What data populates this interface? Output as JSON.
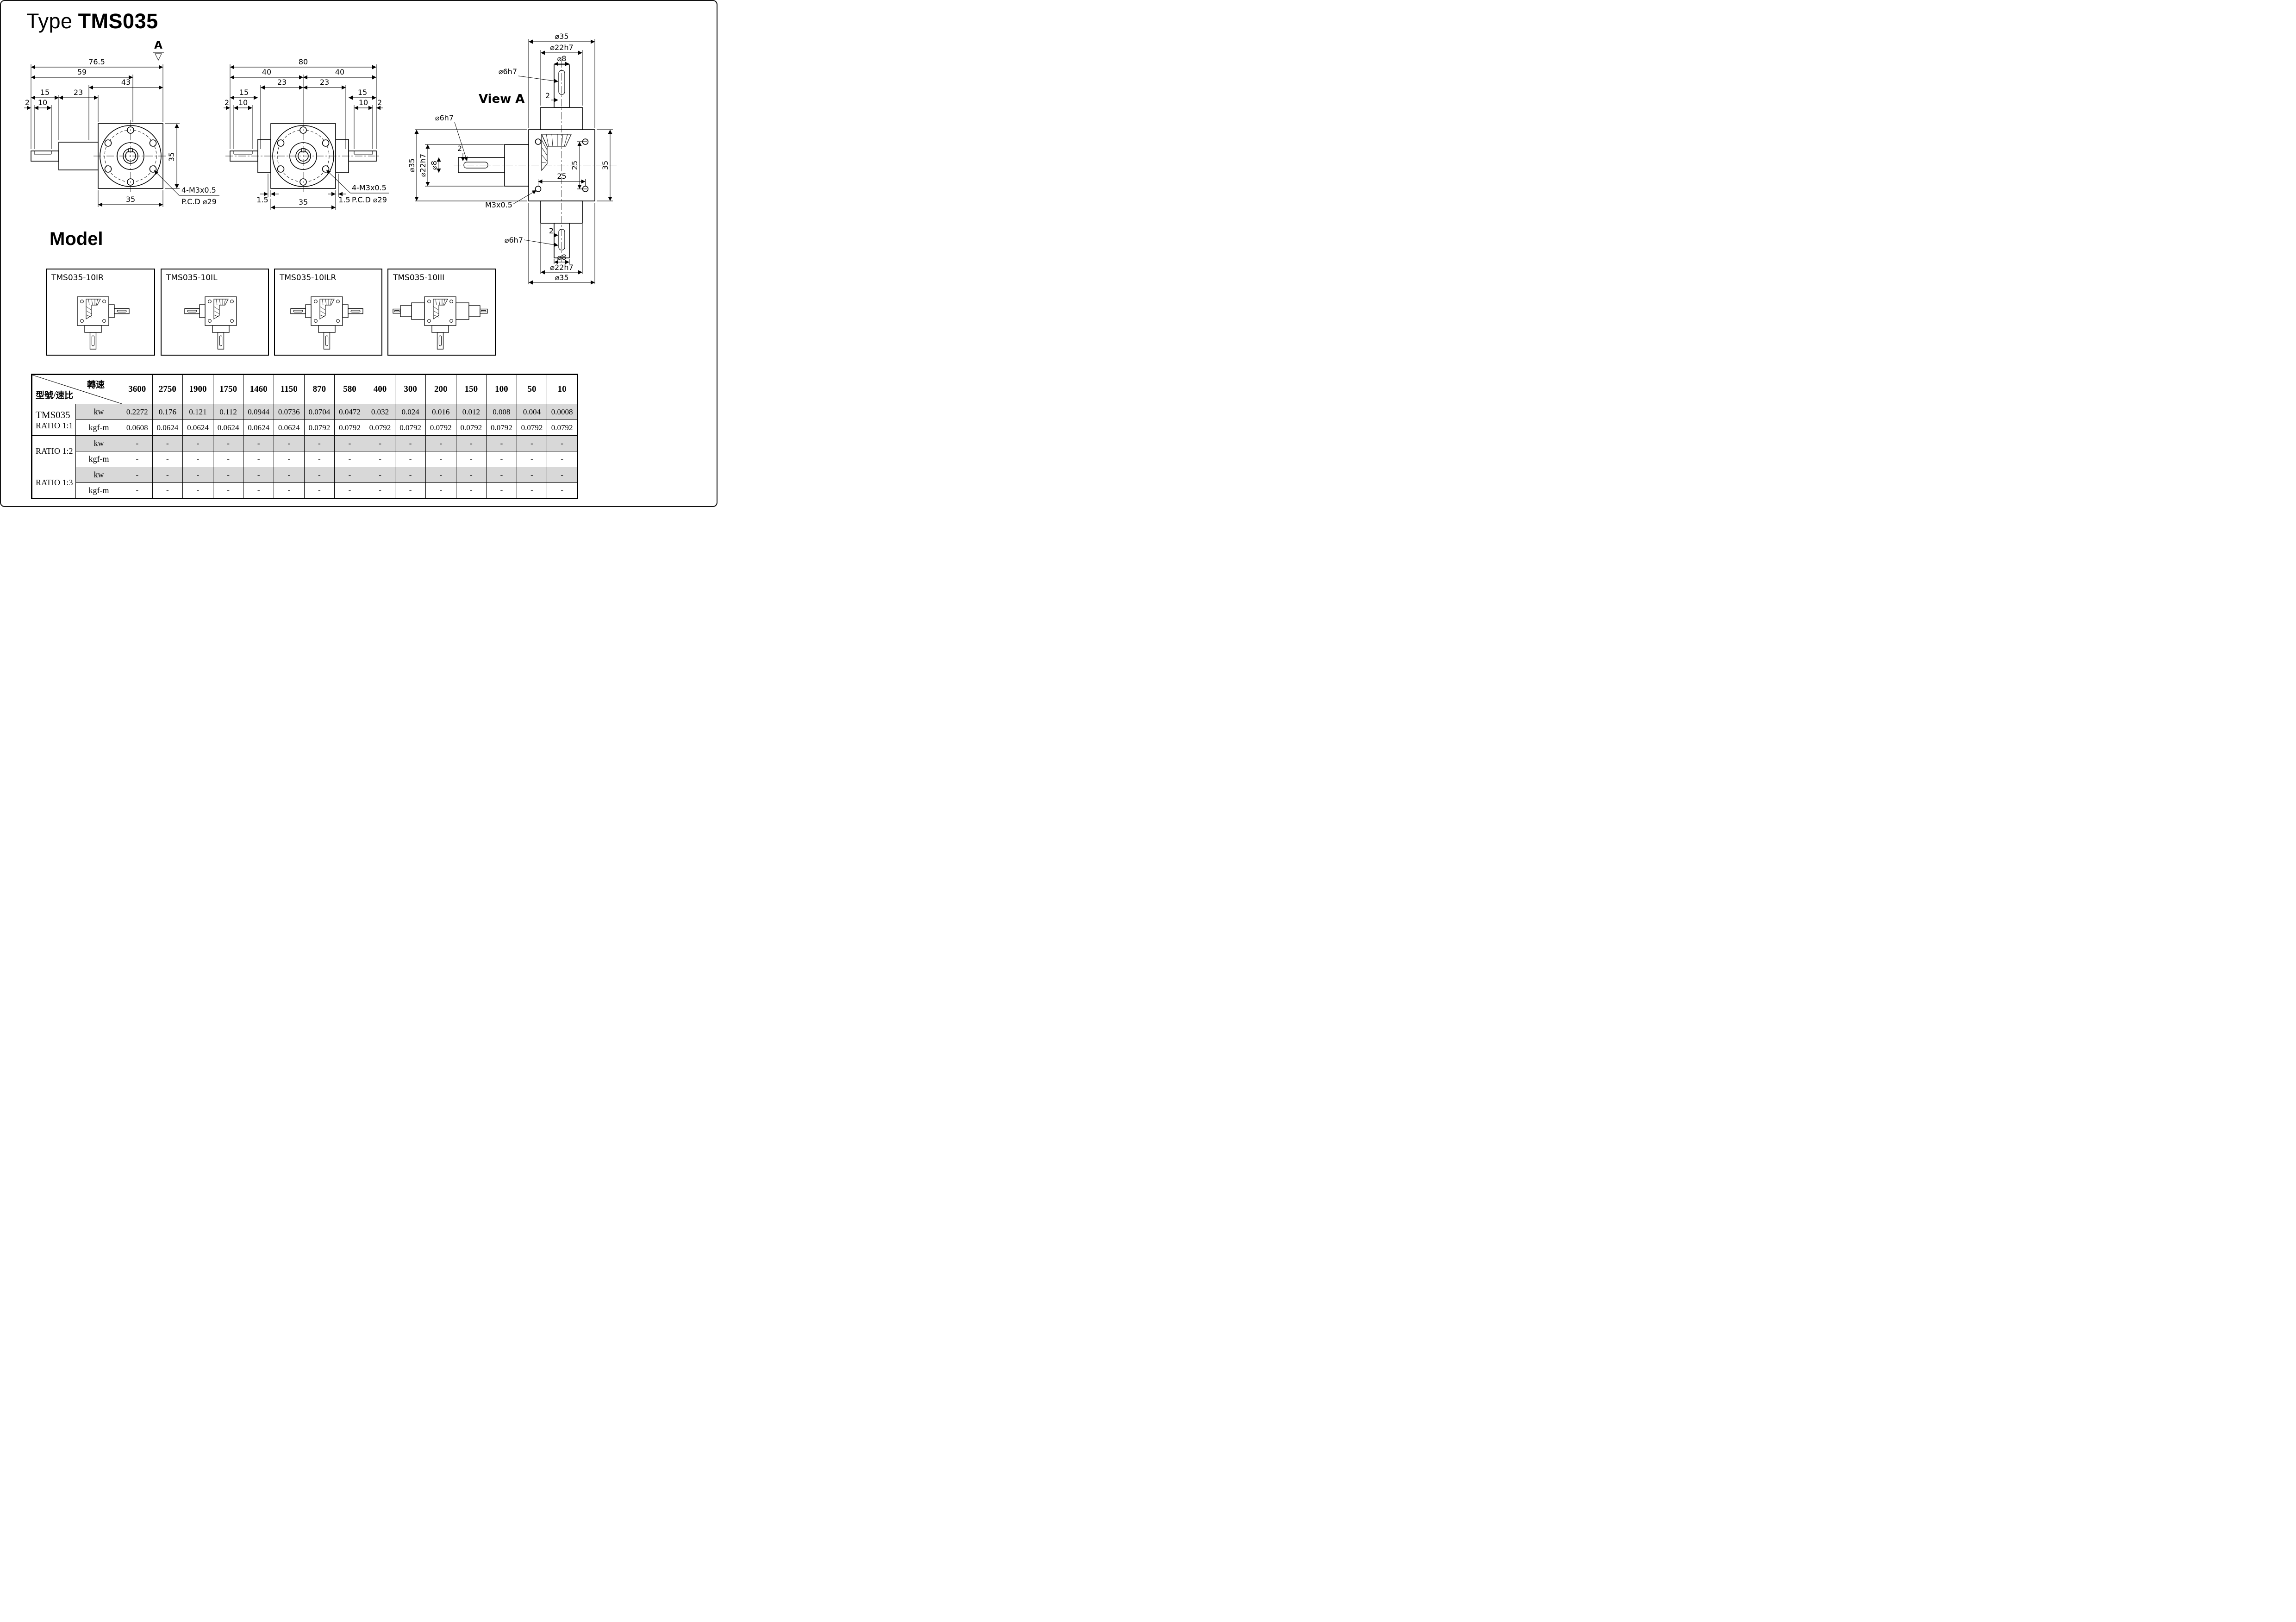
{
  "page": {
    "title_prefix": "Type",
    "title_model": "TMS035",
    "section_label": "A",
    "view_a_label": "View A",
    "model_heading": "Model"
  },
  "left_view": {
    "d_765": "76.5",
    "d_59": "59",
    "d_43": "43",
    "d_15": "15",
    "d_23": "23",
    "d_2": "2",
    "d_10": "10",
    "d_35_side": "35",
    "d_35_bottom": "35",
    "thread_note": "4-M3x0.5",
    "pcd_note": "P.C.D ⌀29"
  },
  "middle_view": {
    "d_80": "80",
    "d_40_left": "40",
    "d_40_right": "40",
    "d_23_left": "23",
    "d_23_right": "23",
    "d_15_left": "15",
    "d_15_right": "15",
    "d_2_left": "2",
    "d_10_left": "10",
    "d_10_right": "10",
    "d_2_right": "2",
    "d_plate_left": "1.5",
    "d_plate_right": "1.5",
    "d_35_bottom": "35",
    "thread_note": "4-M3x0.5",
    "pcd_note": "P.C.D ⌀29"
  },
  "view_a": {
    "top": {
      "d35": "⌀35",
      "d22": "⌀22h7",
      "d8": "⌀8",
      "d6": "⌀6h7",
      "d2": "2"
    },
    "left": {
      "d35": "⌀35",
      "d22": "⌀22h7",
      "d8": "⌀8",
      "d6": "⌀6h7",
      "d2": "2"
    },
    "right": {
      "d25": "25",
      "d35": "35"
    },
    "bottom": {
      "d25": "25",
      "d2": "2",
      "d6": "⌀6h7",
      "d8": "⌀8",
      "d22": "⌀22h7",
      "d35": "⌀35"
    },
    "screw_note": "M3x0.5"
  },
  "models": [
    {
      "name": "TMS035-10IR"
    },
    {
      "name": "TMS035-10IL"
    },
    {
      "name": "TMS035-10ILR"
    },
    {
      "name": "TMS035-10III"
    }
  ],
  "table": {
    "speed_header": "轉速",
    "model_header": "型號/速比",
    "speeds": [
      "3600",
      "2750",
      "1900",
      "1750",
      "1460",
      "1150",
      "870",
      "580",
      "400",
      "300",
      "200",
      "150",
      "100",
      "50",
      "10"
    ],
    "groups": [
      {
        "model": "TMS035",
        "ratio": "RATIO 1:1",
        "kw_label": "kw",
        "kgf_label": "kgf-m",
        "kw": [
          "0.2272",
          "0.176",
          "0.121",
          "0.112",
          "0.0944",
          "0.0736",
          "0.0704",
          "0.0472",
          "0.032",
          "0.024",
          "0.016",
          "0.012",
          "0.008",
          "0.004",
          "0.0008"
        ],
        "kgf": [
          "0.0608",
          "0.0624",
          "0.0624",
          "0.0624",
          "0.0624",
          "0.0624",
          "0.0792",
          "0.0792",
          "0.0792",
          "0.0792",
          "0.0792",
          "0.0792",
          "0.0792",
          "0.0792",
          "0.0792"
        ]
      },
      {
        "model": "",
        "ratio": "RATIO 1:2",
        "kw_label": "kw",
        "kgf_label": "kgf-m",
        "kw": [
          "-",
          "-",
          "-",
          "-",
          "-",
          "-",
          "-",
          "-",
          "-",
          "-",
          "-",
          "-",
          "-",
          "-",
          "-"
        ],
        "kgf": [
          "-",
          "-",
          "-",
          "-",
          "-",
          "-",
          "-",
          "-",
          "-",
          "-",
          "-",
          "-",
          "-",
          "-",
          "-"
        ]
      },
      {
        "model": "",
        "ratio": "RATIO 1:3",
        "kw_label": "kw",
        "kgf_label": "kgf-m",
        "kw": [
          "-",
          "-",
          "-",
          "-",
          "-",
          "-",
          "-",
          "-",
          "-",
          "-",
          "-",
          "-",
          "-",
          "-",
          "-"
        ],
        "kgf": [
          "-",
          "-",
          "-",
          "-",
          "-",
          "-",
          "-",
          "-",
          "-",
          "-",
          "-",
          "-",
          "-",
          "-",
          "-"
        ]
      }
    ]
  }
}
